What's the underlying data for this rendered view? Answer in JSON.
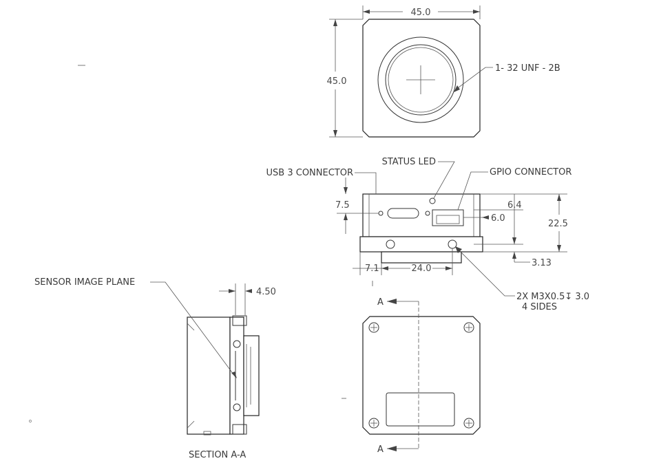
{
  "front_view": {
    "width_dim": "45.0",
    "height_dim": "45.0",
    "thread_callout": "1- 32 UNF - 2B"
  },
  "rear_view": {
    "usb_label": "USB 3 CONNECTOR",
    "led_label": "STATUS LED",
    "gpio_label": "GPIO CONNECTOR",
    "dim_left_height": "7.5",
    "dim_gpio_top": "6.4",
    "dim_gpio_side": "6.0",
    "dim_total_height": "22.5",
    "dim_base": "3.13",
    "dim_left_offset": "7.1",
    "dim_hole_spacing": "24.0",
    "screw_callout_line1": "2X M3X0.5↧ 3.0",
    "screw_callout_line2": "4 SIDES"
  },
  "section_view": {
    "sensor_label": "SENSOR IMAGE PLANE",
    "sensor_dim": "4.50",
    "section_title": "SECTION A-A"
  },
  "bottom_view": {
    "section_marker_top": "A",
    "section_marker_bottom": "A"
  }
}
